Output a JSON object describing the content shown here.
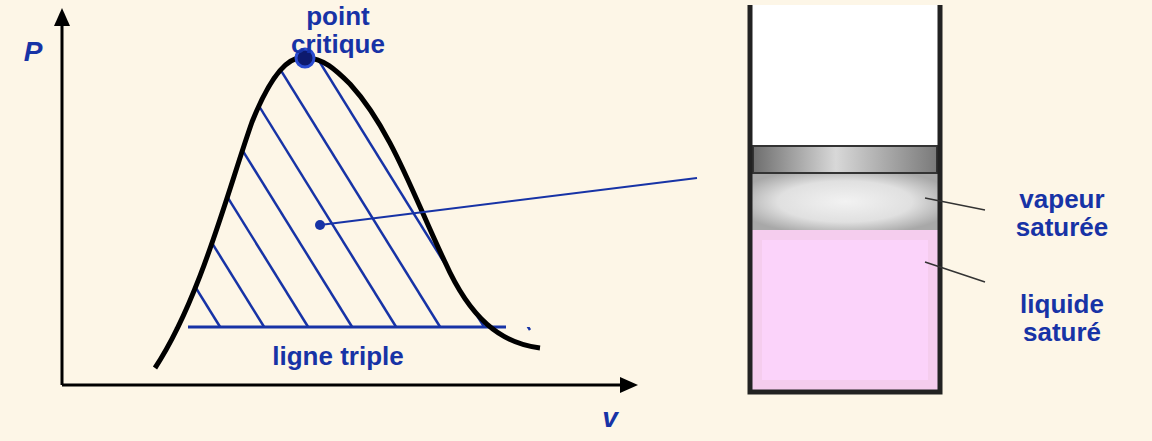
{
  "diagram": {
    "labels": [
      "P",
      "point critique",
      "ligne triple",
      "v",
      "vapeur saturée",
      "liquide saturé"
    ]
  }
}
